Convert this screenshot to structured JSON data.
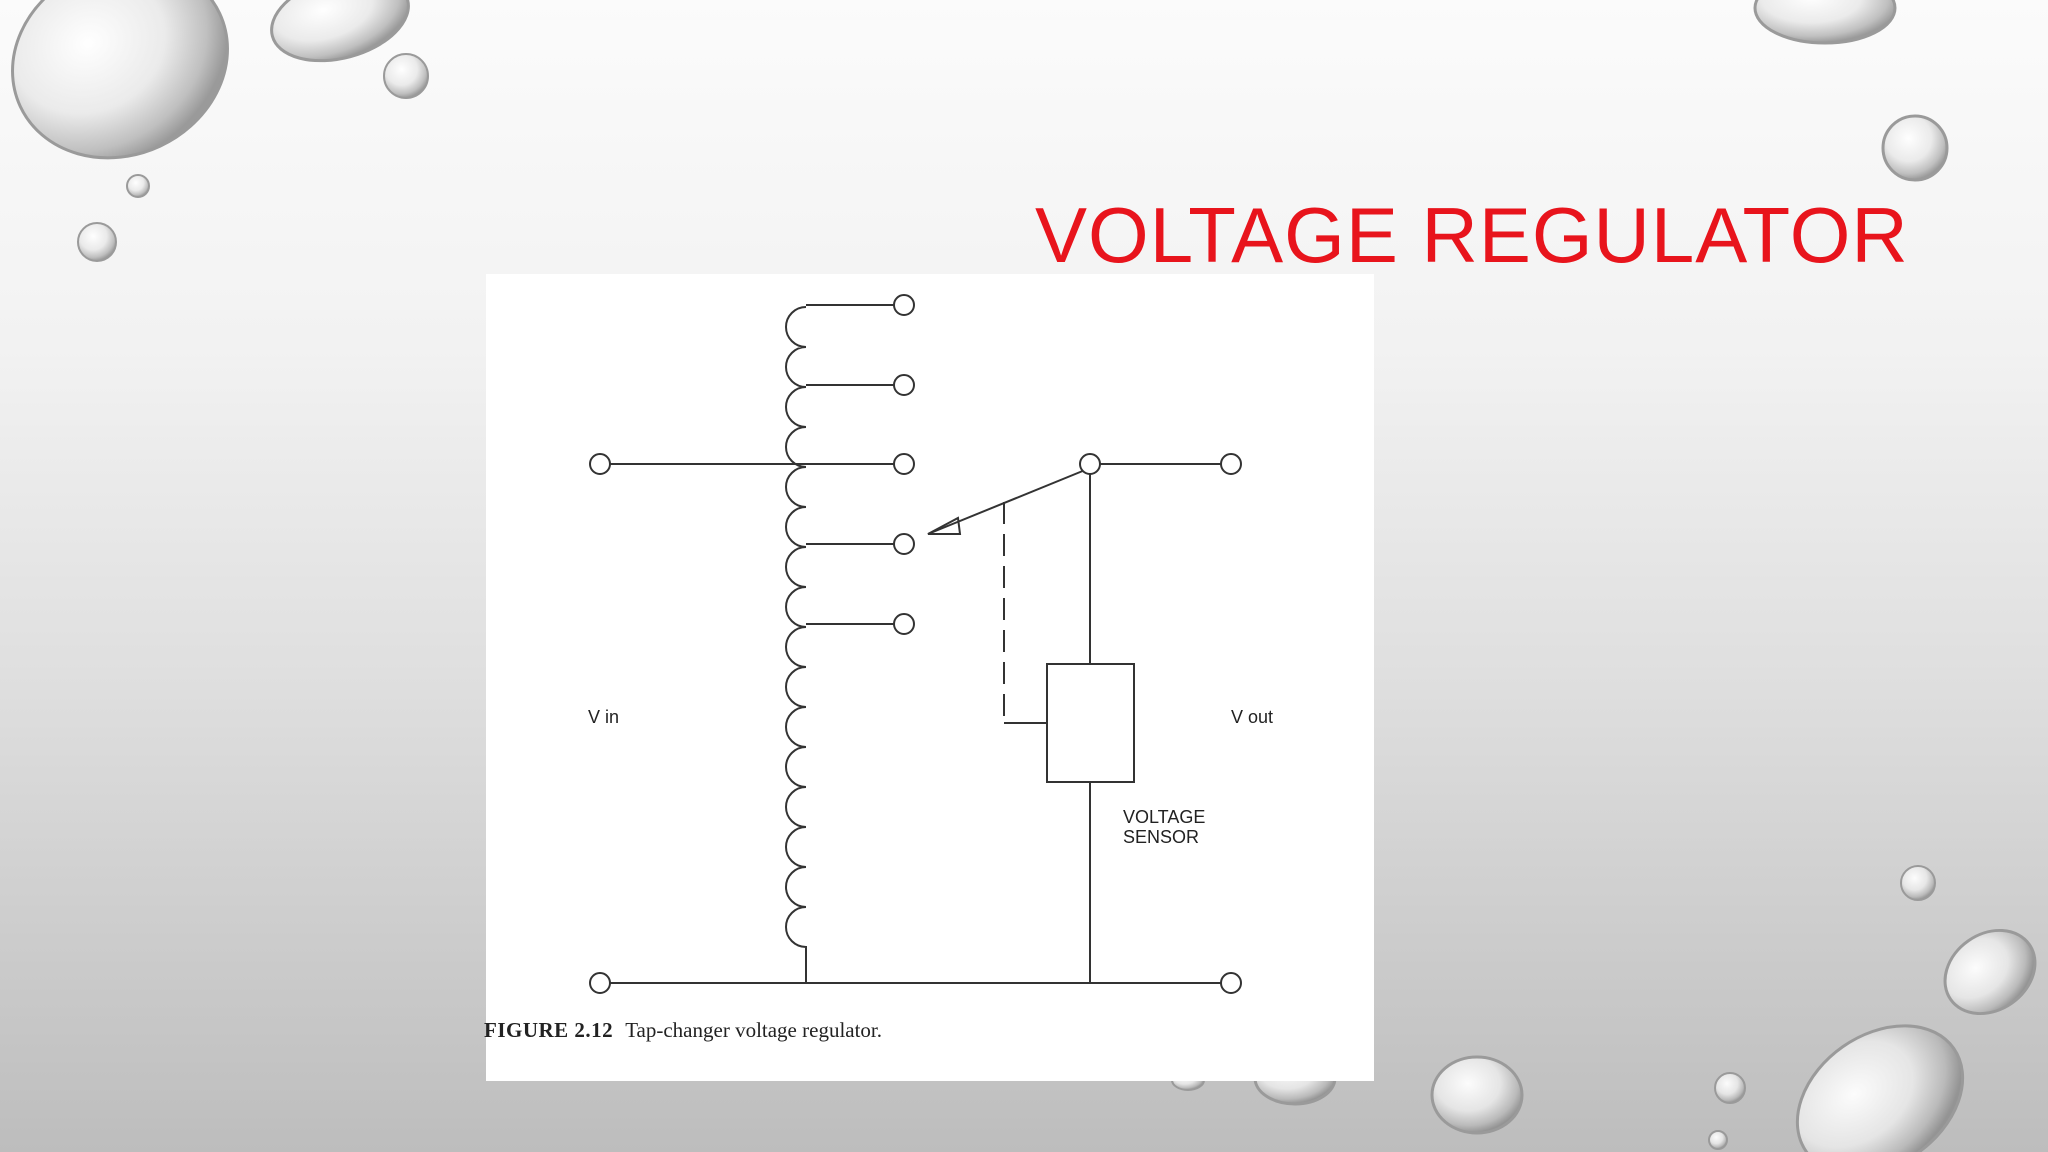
{
  "slide": {
    "title": "VOLTAGE REGULATOR",
    "title_color": "#e8141c"
  },
  "figure": {
    "label_vin": "V in",
    "label_vout": "V out",
    "sensor_label": "VOLTAGE SENSOR",
    "caption_number": "FIGURE 2.12",
    "caption_text": "Tap-changer voltage regulator."
  }
}
